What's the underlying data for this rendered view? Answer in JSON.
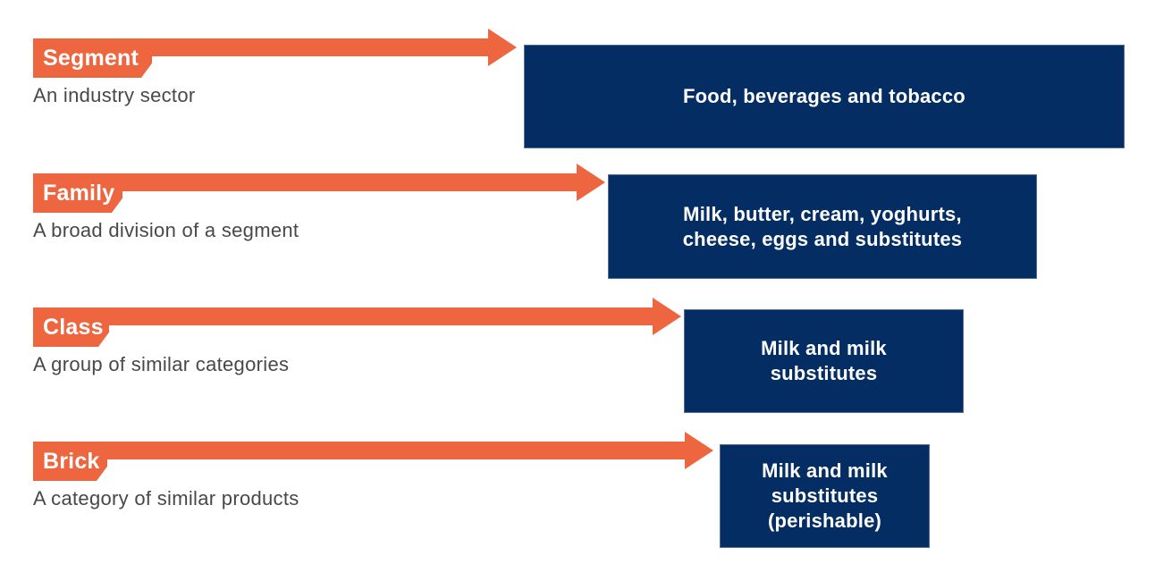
{
  "diagram": {
    "type": "hierarchy-levels",
    "colors": {
      "arrow_orange": "#ED6640",
      "box_navy": "#032D63",
      "description_gray": "#484848",
      "label_text": "#FFFFFF",
      "box_text": "#FFFFFF"
    },
    "rows": [
      {
        "label": "Segment",
        "description": "An industry sector",
        "box_text": "Food, beverages and tobacco"
      },
      {
        "label": "Family",
        "description": "A broad division of a segment",
        "box_text": "Milk, butter, cream, yoghurts,\ncheese, eggs and substitutes"
      },
      {
        "label": "Class",
        "description": "A group of similar categories",
        "box_text": "Milk and milk\nsubstitutes"
      },
      {
        "label": "Brick",
        "description": "A category of similar products",
        "box_text": "Milk and milk\nsubstitutes\n(perishable)"
      }
    ]
  }
}
